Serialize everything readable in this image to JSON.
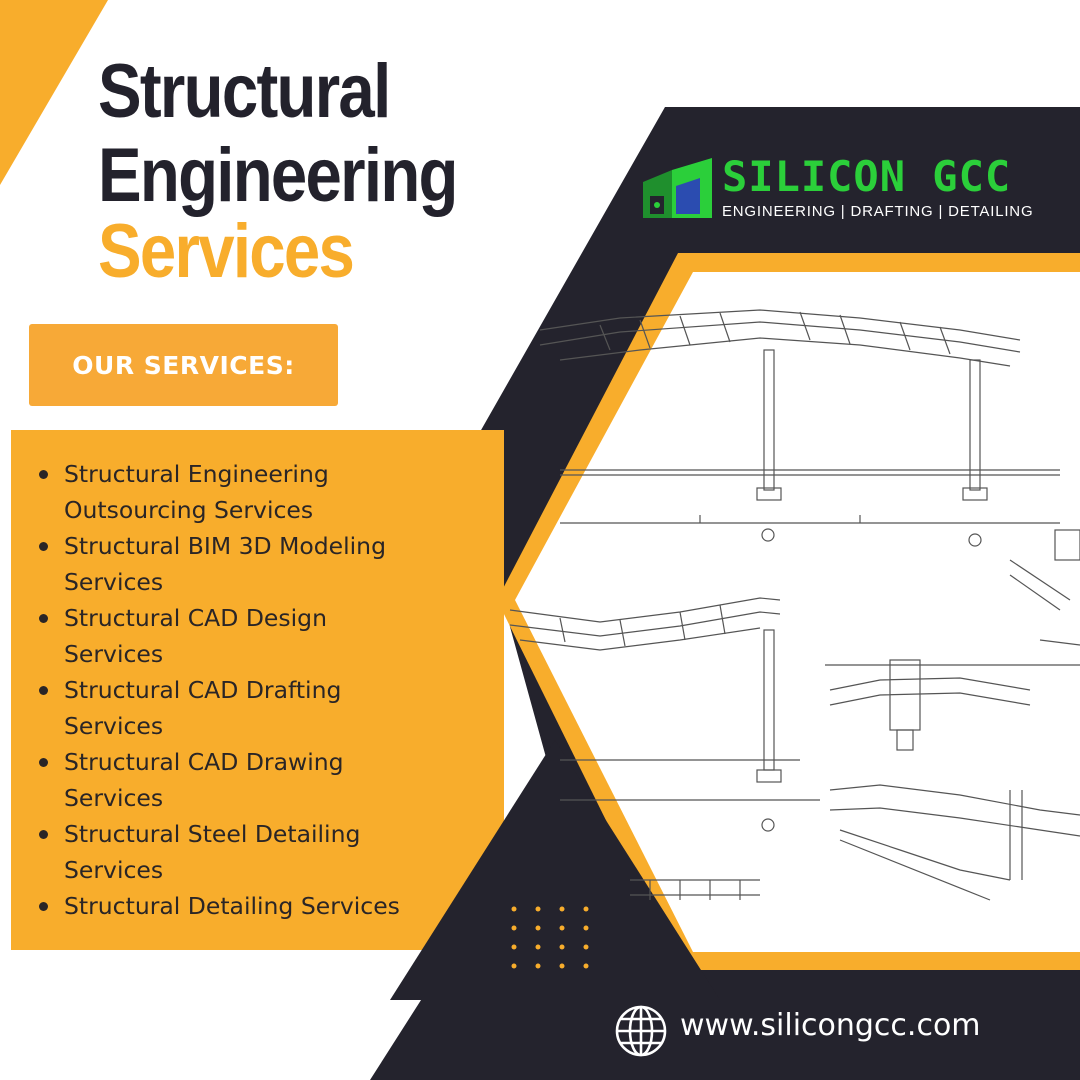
{
  "headline": {
    "line1": "Structural",
    "line2": "Engineering",
    "line3": "Services"
  },
  "services_label": "OUR SERVICES:",
  "services": [
    {
      "line1": "Structural Engineering",
      "line2": "Outsourcing Services"
    },
    {
      "line1": "Structural BIM 3D Modeling",
      "line2": "Services"
    },
    {
      "line1": "Structural CAD Design",
      "line2": "Services"
    },
    {
      "line1": "Structural CAD Drafting",
      "line2": "Services"
    },
    {
      "line1": "Structural CAD Drawing",
      "line2": "Services"
    },
    {
      "line1": "Structural Steel Detailing",
      "line2": "Services"
    },
    {
      "line1": "Structural Detailing Services",
      "line2": ""
    }
  ],
  "logo": {
    "name": "SILICON GCC",
    "tagline": "ENGINEERING | DRAFTING | DETAILING"
  },
  "website": "www.silicongcc.com",
  "icons": [
    "globe-icon",
    "logo-mark-icon",
    "dot-grid-icon"
  ],
  "colors": {
    "accent": "#f8ad2c",
    "dark": "#23222c",
    "logo_green": "#2bcf3a",
    "white": "#ffffff"
  }
}
